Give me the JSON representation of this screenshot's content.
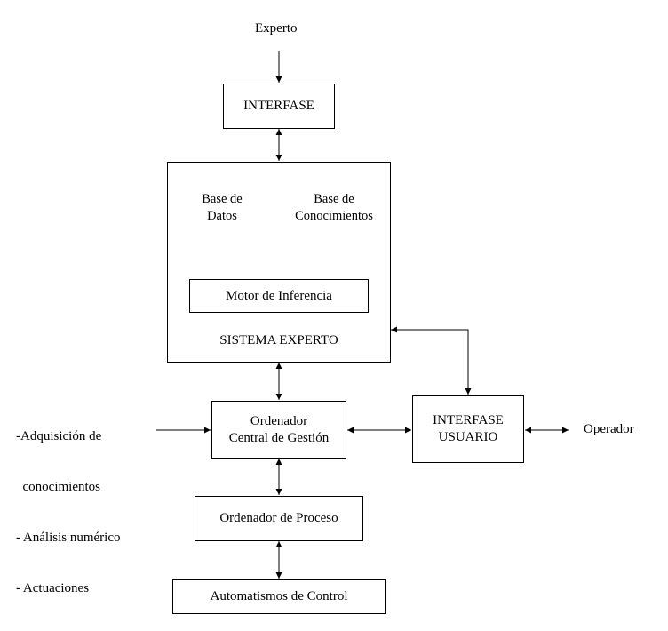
{
  "diagram": {
    "experto": "Experto",
    "interfase": "INTERFASE",
    "sistema_experto": "SISTEMA EXPERTO",
    "base_datos": "Base de\nDatos",
    "base_conocimientos": "Base de\nConocimientos",
    "motor_inferencia": "Motor de Inferencia",
    "ordenador_central": "Ordenador\nCentral de Gestión",
    "interfase_usuario": "INTERFASE\nUSUARIO",
    "operador": "Operador",
    "inputs": [
      "-Adquisición de",
      "  conocimientos",
      "- Análisis numérico",
      "- Actuaciones"
    ],
    "ordenador_proceso": "Ordenador de Proceso",
    "automatismos": "Automatismos de Control"
  }
}
